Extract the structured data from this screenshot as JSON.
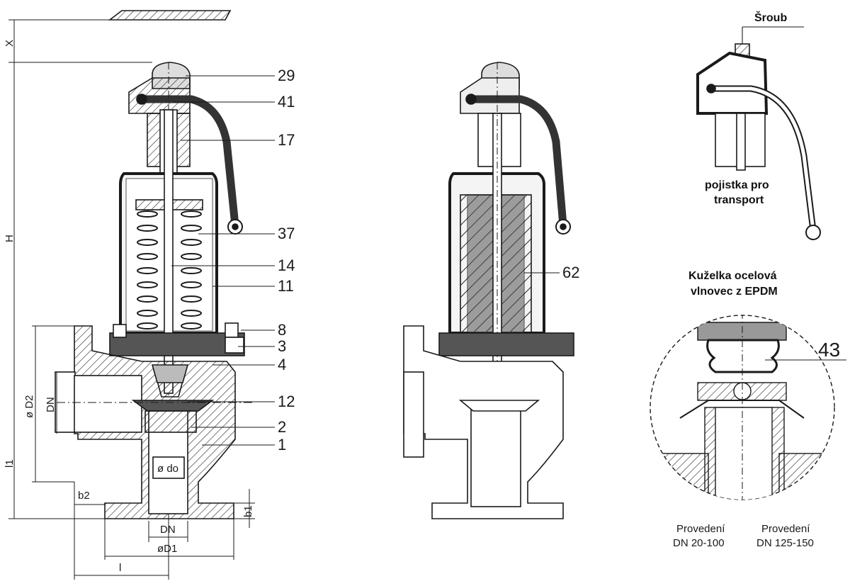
{
  "callouts": [
    "29",
    "41",
    "17",
    "37",
    "14",
    "11",
    "8",
    "3",
    "4",
    "12",
    "2",
    "1"
  ],
  "middle_callout": "62",
  "detail_callout": "43",
  "dimensions": {
    "x": "X",
    "h": "H",
    "d2": "ø D2",
    "dn_side": "DN",
    "l1": "l1",
    "b2": "b2",
    "b1": "b1",
    "dn_bottom": "DN",
    "d1": "øD1",
    "l": "l",
    "do": "ø do"
  },
  "top_right": {
    "screw_label": "Šroub",
    "transport_label_line1": "pojistka pro",
    "transport_label_line2": "transport"
  },
  "detail": {
    "title_line1": "Kuželka ocelová",
    "title_line2": "vlnovec z EPDM"
  },
  "captions": {
    "left_line1": "Provedení",
    "left_line2": "DN 20-100",
    "right_line1": "Provedení",
    "right_line2": "DN 125-150"
  },
  "colors": {
    "ink": "#1a1a1a",
    "dark_fill": "#4a4a4a",
    "mid_fill": "#8a8a8a",
    "hatch": "#333333"
  }
}
